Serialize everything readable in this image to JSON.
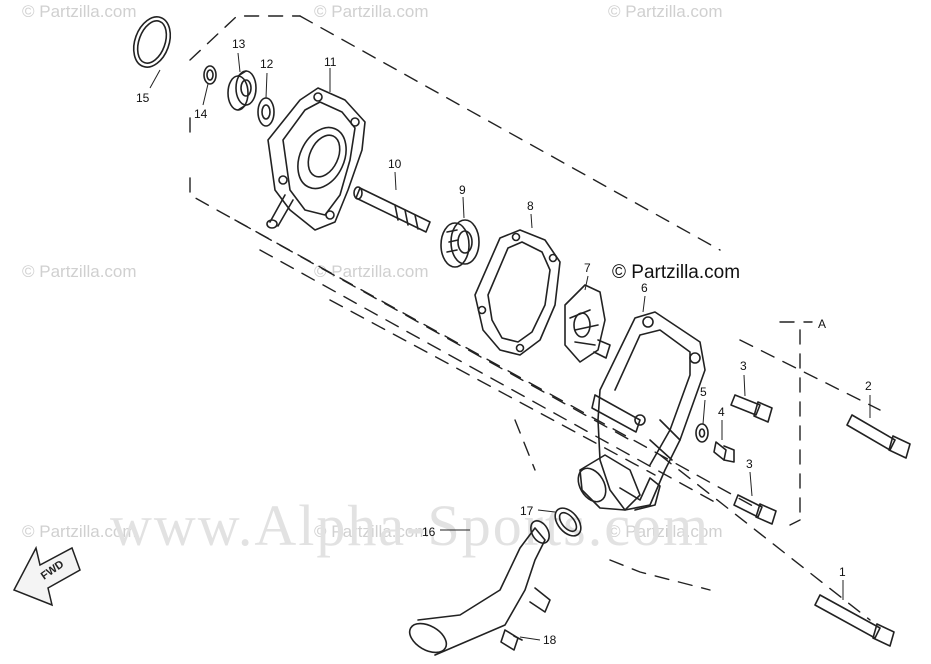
{
  "diagram": {
    "watermark_text": "© Partzilla.com",
    "main_watermark": "© Partzilla.com",
    "site_watermark": "www.Alpha-Sports.com",
    "direction_badge": "FWD",
    "reference_letter": "A",
    "parts": [
      {
        "id": "part-15",
        "label": "15"
      },
      {
        "id": "part-14",
        "label": "14"
      },
      {
        "id": "part-13",
        "label": "13"
      },
      {
        "id": "part-12",
        "label": "12"
      },
      {
        "id": "part-11",
        "label": "11"
      },
      {
        "id": "part-10",
        "label": "10"
      },
      {
        "id": "part-9",
        "label": "9"
      },
      {
        "id": "part-8",
        "label": "8"
      },
      {
        "id": "part-7",
        "label": "7"
      },
      {
        "id": "part-6",
        "label": "6"
      },
      {
        "id": "part-5",
        "label": "5"
      },
      {
        "id": "part-4",
        "label": "4"
      },
      {
        "id": "part-3a",
        "label": "3"
      },
      {
        "id": "part-3b",
        "label": "3"
      },
      {
        "id": "part-2",
        "label": "2"
      },
      {
        "id": "part-1",
        "label": "1"
      },
      {
        "id": "part-16",
        "label": "16"
      },
      {
        "id": "part-17",
        "label": "17"
      },
      {
        "id": "part-18",
        "label": "18"
      }
    ]
  }
}
